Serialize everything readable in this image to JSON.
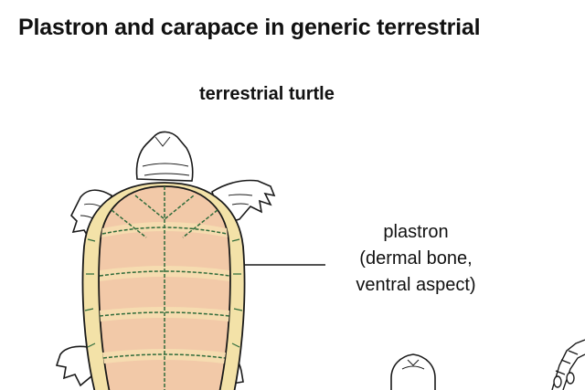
{
  "title": "Plastron and carapace in generic terrestrial",
  "subtitle": "terrestrial turtle",
  "label": {
    "lines": [
      "plastron",
      "(dermal bone,",
      "ventral aspect)"
    ]
  },
  "colors": {
    "plastron_fill": "#f2c9a8",
    "plastron_band": "#f6dcb0",
    "rim": "#f3e2a8",
    "seam": "#2f6b3a",
    "outline": "#1a1a1a",
    "skin": "#ffffff"
  }
}
